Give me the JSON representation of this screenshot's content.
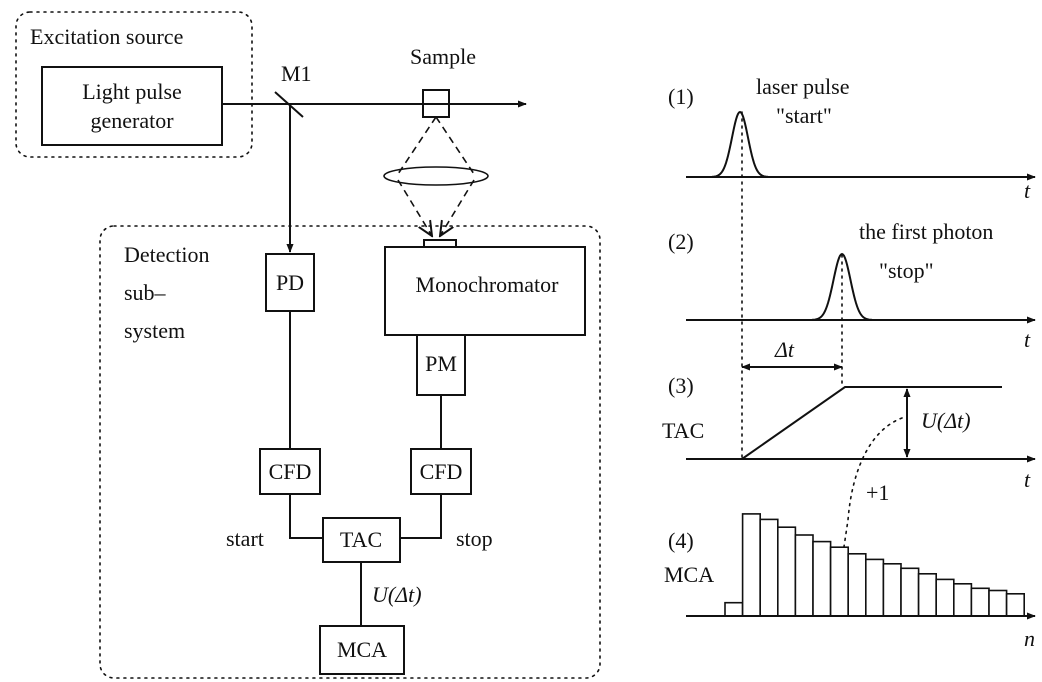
{
  "left": {
    "excitation_label": "Excitation source",
    "generator_line1": "Light pulse",
    "generator_line2": "generator",
    "mirror": "M1",
    "sample": "Sample",
    "detection_line1": "Detection",
    "detection_line2": "sub–",
    "detection_line3": "system",
    "pd": "PD",
    "monochromator": "Monochromator",
    "pm": "PM",
    "cfd_left": "CFD",
    "cfd_right": "CFD",
    "tac": "TAC",
    "start": "start",
    "stop": "stop",
    "u_label": "U(Δt)",
    "mca": "MCA"
  },
  "right": {
    "p1_num": "(1)",
    "p1_line1": "laser pulse",
    "p1_line2": "\"start\"",
    "p2_num": "(2)",
    "p2_line1": "the first photon",
    "p2_line2": "\"stop\"",
    "delta_t": "Δt",
    "p3_num": "(3)",
    "p3_name": "TAC",
    "u_label": "U(Δt)",
    "plus_one": "+1",
    "p4_num": "(4)",
    "p4_name": "MCA",
    "axis_t1": "t",
    "axis_t2": "t",
    "axis_t3": "t",
    "axis_n": "n"
  },
  "chart_data": {
    "type": "bar",
    "values": [
      0.12,
      0.92,
      0.87,
      0.8,
      0.73,
      0.67,
      0.62,
      0.56,
      0.51,
      0.47,
      0.43,
      0.38,
      0.33,
      0.29,
      0.25,
      0.23,
      0.2
    ]
  }
}
